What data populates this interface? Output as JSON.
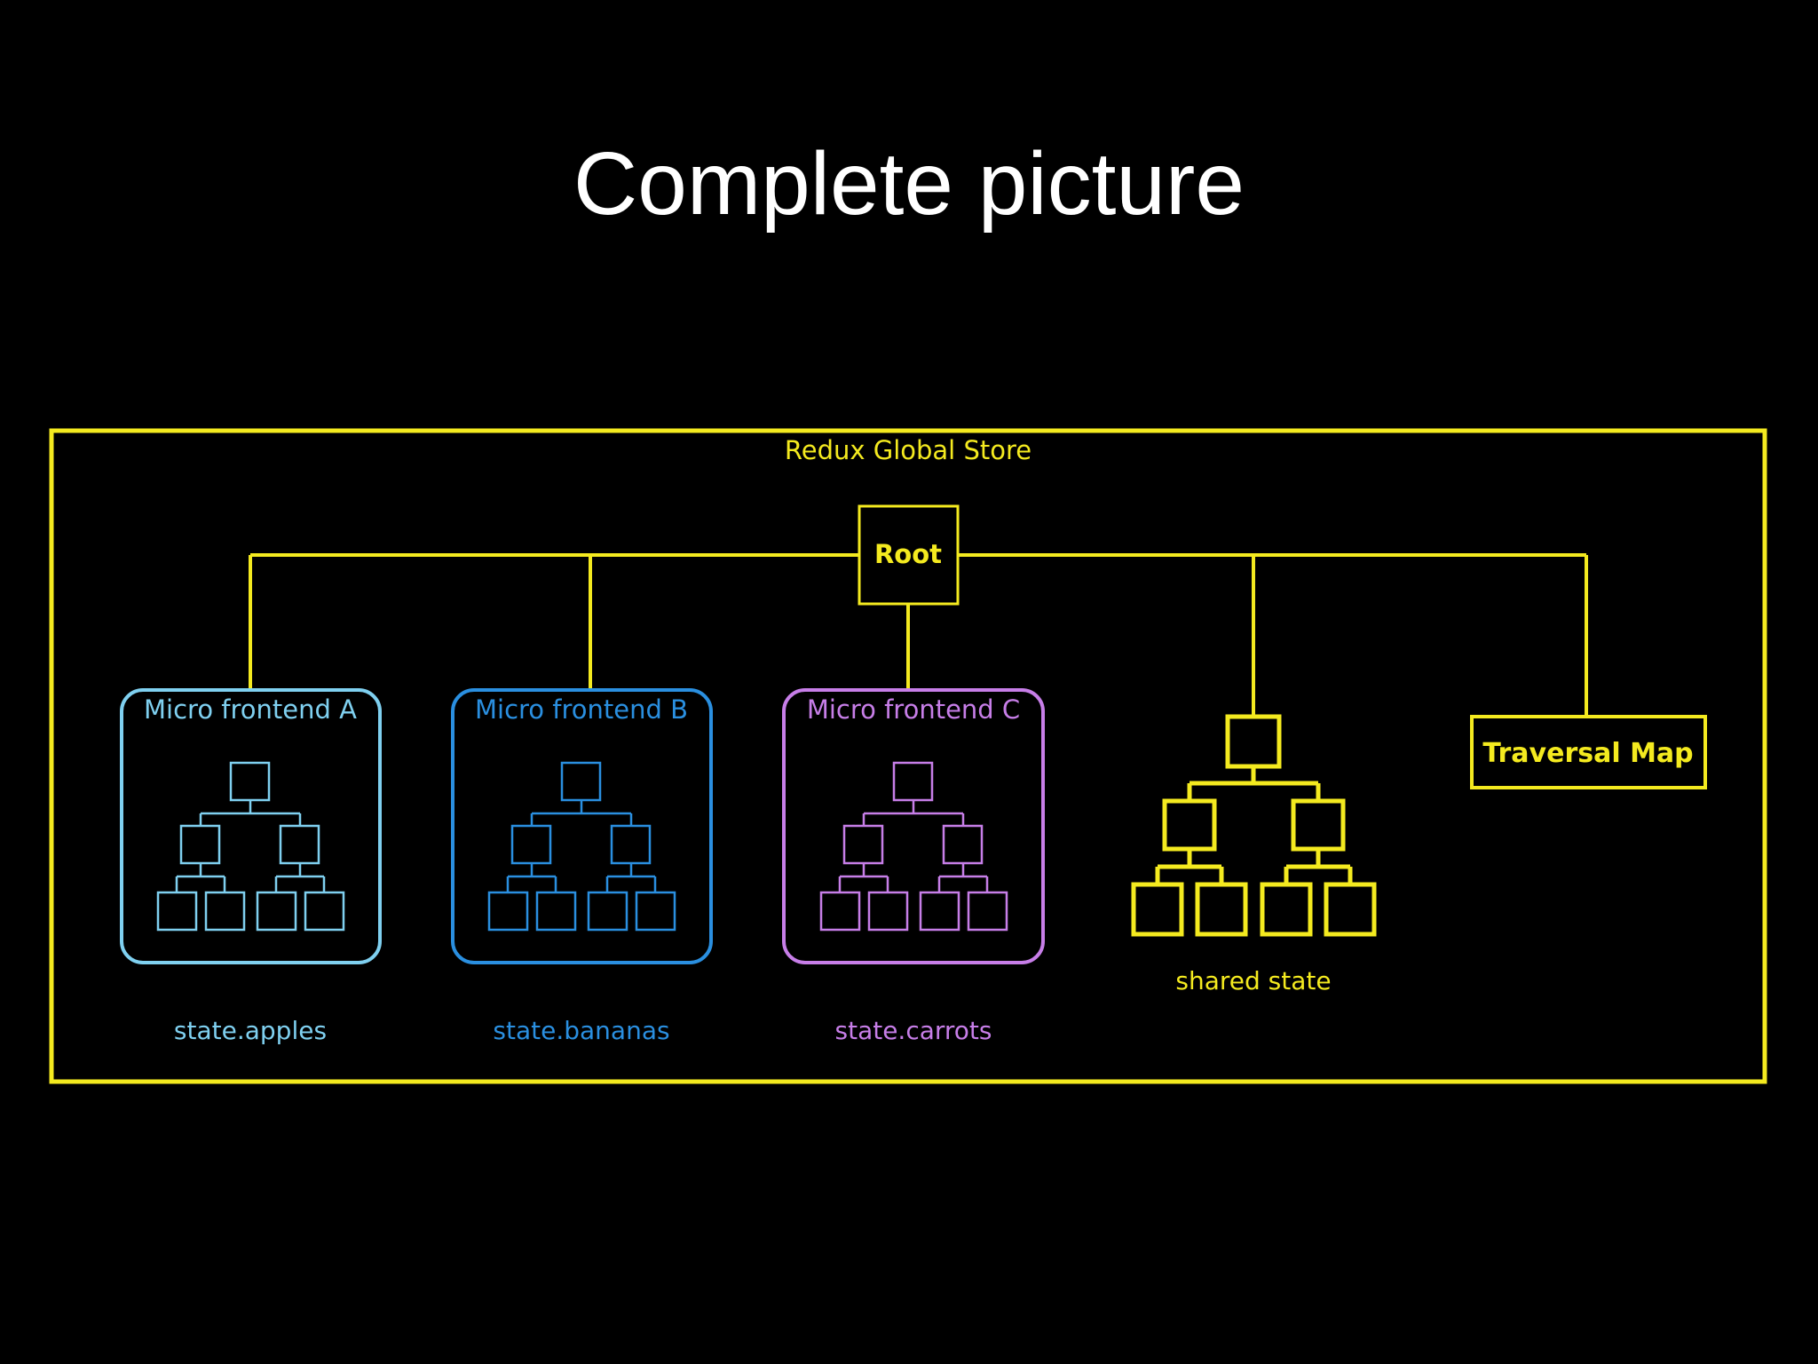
{
  "slide": {
    "title": "Complete picture"
  },
  "colors": {
    "background": "#000000",
    "store": "#f4ea1f",
    "mfe_a": "#7fd0f0",
    "mfe_b": "#2a8fe0",
    "mfe_c": "#c77ee8",
    "shared": "#f4ea1f"
  },
  "store": {
    "label": "Redux Global Store"
  },
  "root": {
    "label": "Root"
  },
  "micro_frontends": [
    {
      "id": "a",
      "label": "Micro frontend A",
      "state_label": "state.apples",
      "color": "#7fd0f0"
    },
    {
      "id": "b",
      "label": "Micro frontend B",
      "state_label": "state.bananas",
      "color": "#2a8fe0"
    },
    {
      "id": "c",
      "label": "Micro frontend C",
      "state_label": "state.carrots",
      "color": "#c77ee8"
    }
  ],
  "shared": {
    "label": "shared state"
  },
  "traversal_map": {
    "label": "Traversal Map"
  }
}
